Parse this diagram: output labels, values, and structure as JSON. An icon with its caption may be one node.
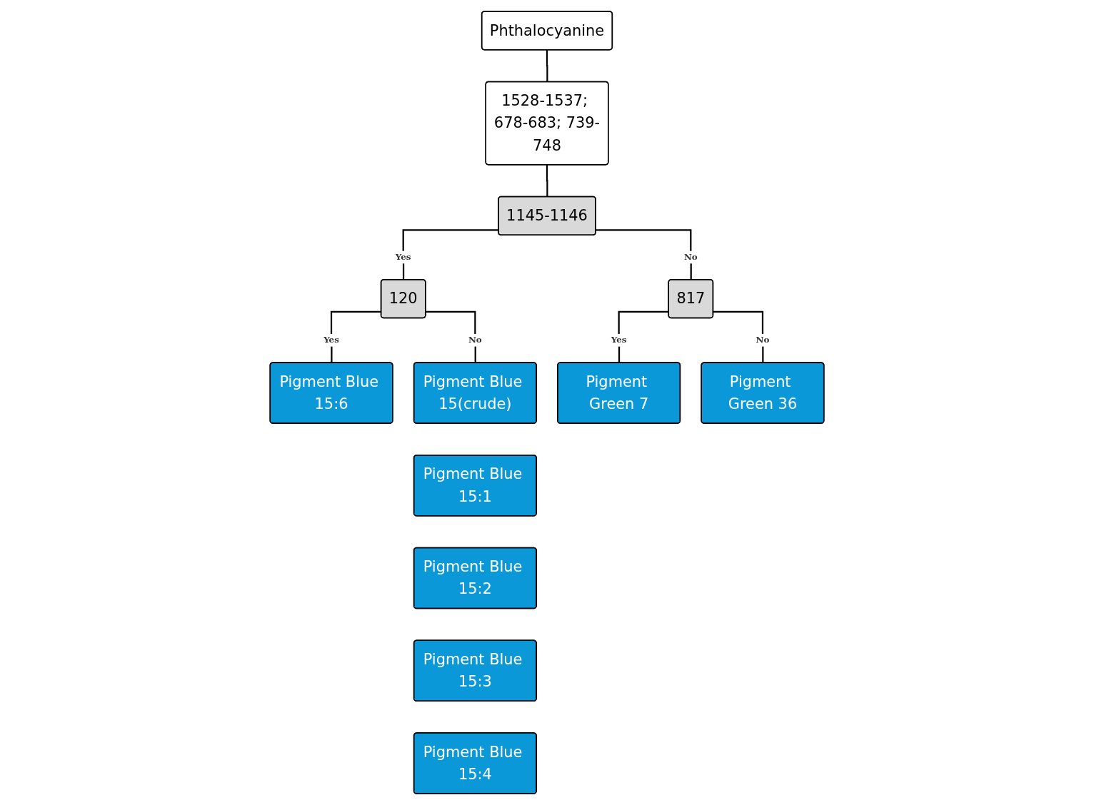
{
  "diagram": {
    "nodes": [
      {
        "text": [
          "Phthalocyanine"
        ]
      },
      {
        "text": [
          "1528-1537; 678-683; 739-748"
        ]
      },
      {
        "text": [
          "1145-1146"
        ]
      },
      {
        "text": [
          "120"
        ]
      },
      {
        "text": [
          "817"
        ]
      },
      {
        "text": [
          "Pigment Blue 15:6"
        ]
      },
      {
        "text": [
          "Pigment Blue 15(crude)"
        ]
      },
      {
        "text": [
          "Pigment Blue 15:1"
        ]
      },
      {
        "text": [
          "Pigment Blue 15:2"
        ]
      },
      {
        "text": [
          "Pigment Blue 15:3"
        ]
      },
      {
        "text": [
          "Pigment Blue 15:4"
        ]
      },
      {
        "text": [
          "Pigment Green 7"
        ]
      },
      {
        "text": [
          "Pigment Green 36"
        ]
      }
    ],
    "edges": [
      {
        "from": 0,
        "to": 1,
        "arrow": "none"
      },
      {
        "from": 1,
        "to": 2,
        "arrow": "none"
      },
      {
        "from": 2,
        "to": 3,
        "label": "Yes",
        "arrow": "none"
      },
      {
        "from": 2,
        "to": 4,
        "label": "No",
        "arrow": "none"
      },
      {
        "from": 3,
        "to": 5,
        "label": "Yes",
        "arrow": "none"
      },
      {
        "from": 3,
        "to": 6,
        "label": "No",
        "arrow": "none"
      },
      {
        "from": 4,
        "to": 11,
        "label": "Yes",
        "arrow": "none"
      },
      {
        "from": 4,
        "to": 12,
        "label": "No",
        "arrow": "none"
      }
    ]
  }
}
